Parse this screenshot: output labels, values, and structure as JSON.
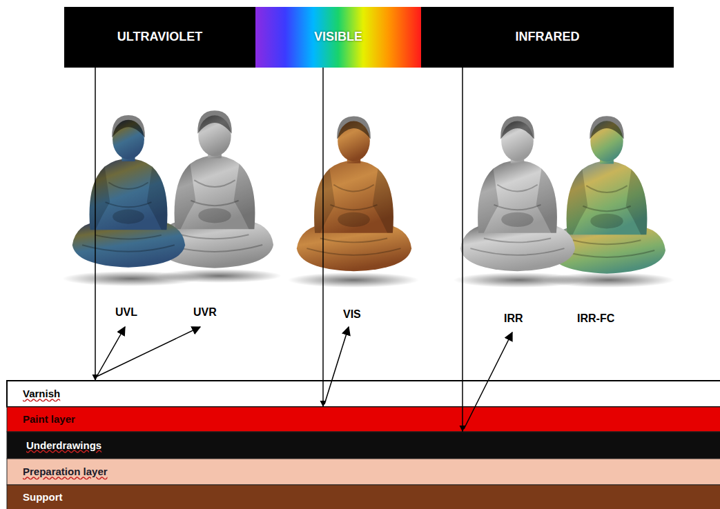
{
  "diagram": {
    "nodes": [
      {
        "text": [
          "ULTRAVIOLET"
        ]
      },
      {
        "text": [
          "VISIBLE"
        ]
      },
      {
        "text": [
          "INFRARED"
        ]
      },
      {
        "text": [
          "Varnish"
        ]
      },
      {
        "text": [
          "Paint layer"
        ]
      },
      {
        "text": [
          "Underdrawings"
        ]
      },
      {
        "text": [
          "Preparation layer"
        ]
      },
      {
        "text": [
          "Support"
        ]
      }
    ],
    "edges": [
      {
        "from": 0,
        "to": 3,
        "arrow": "to"
      },
      {
        "from": 1,
        "to": 4,
        "arrow": "to"
      },
      {
        "from": 2,
        "to": 5,
        "arrow": "to"
      }
    ],
    "labels": [
      "UVL",
      "UVR",
      "VIS",
      "IRR",
      "IRR-FC"
    ]
  }
}
